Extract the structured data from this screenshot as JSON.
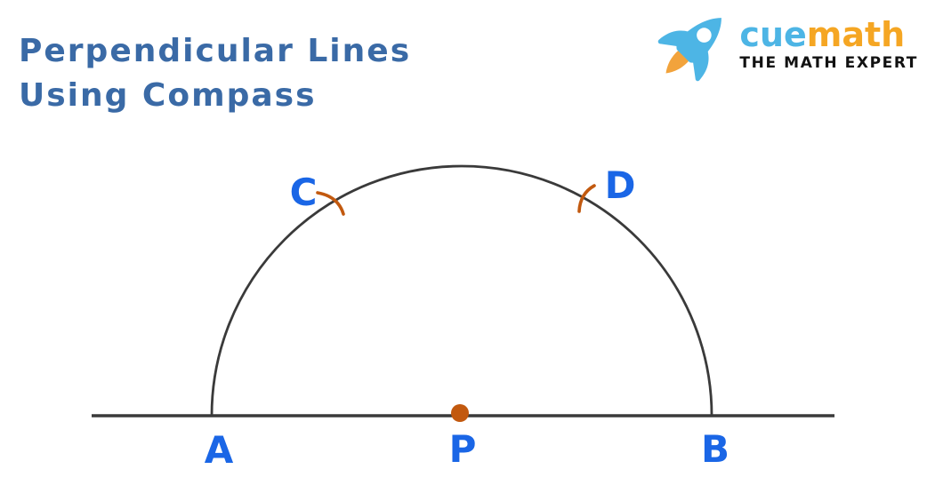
{
  "header": {
    "title_line1": "Perpendicular Lines",
    "title_line2": "Using Compass"
  },
  "logo": {
    "brand_cue": "cue",
    "brand_math": "math",
    "tagline": "THE MATH EXPERT"
  },
  "diagram": {
    "point_labels": {
      "a": "A",
      "b": "B",
      "c": "C",
      "d": "D",
      "p": "P"
    },
    "description": "Semicircle of radius PA drawn with compass centered at point P on line AB; arc tick marks at C and D cross the semicircle"
  },
  "colors": {
    "title_blue": "#3a6aa6",
    "label_blue": "#1a66e6",
    "construction_orange": "#c2590f",
    "stroke_dark": "#3a3a3a",
    "logo_cue_blue": "#4db5e5",
    "logo_math_orange": "#f5a623",
    "rocket_blue": "#4db5e5",
    "flame_orange": "#f2a33c",
    "tagline_black": "#111111"
  }
}
